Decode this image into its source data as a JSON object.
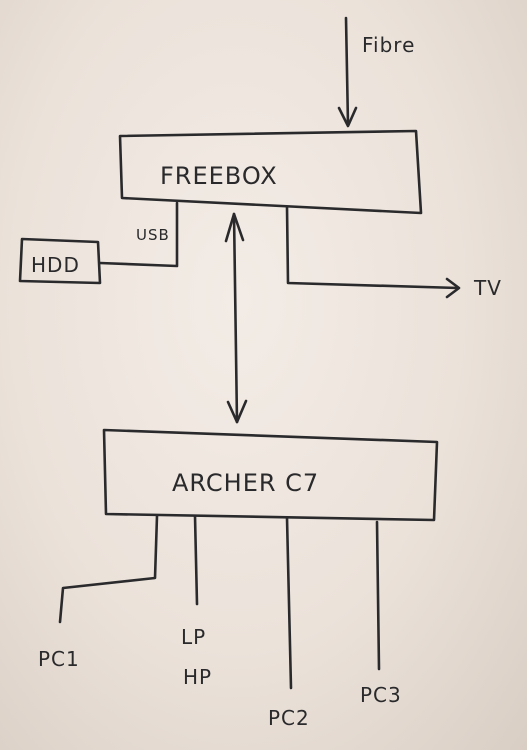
{
  "labels": {
    "fibre": "Fibre",
    "freebox": "FREEBOX",
    "usb": "USB",
    "hdd": "HDD",
    "tv": "TV",
    "archer": "ARCHER C7",
    "pc1": "PC1",
    "lp": "LP",
    "hp": "HP",
    "pc2": "PC2",
    "pc3": "PC3"
  },
  "colors": {
    "ink": "#2a2a2c",
    "paper": "#efe7e0"
  }
}
